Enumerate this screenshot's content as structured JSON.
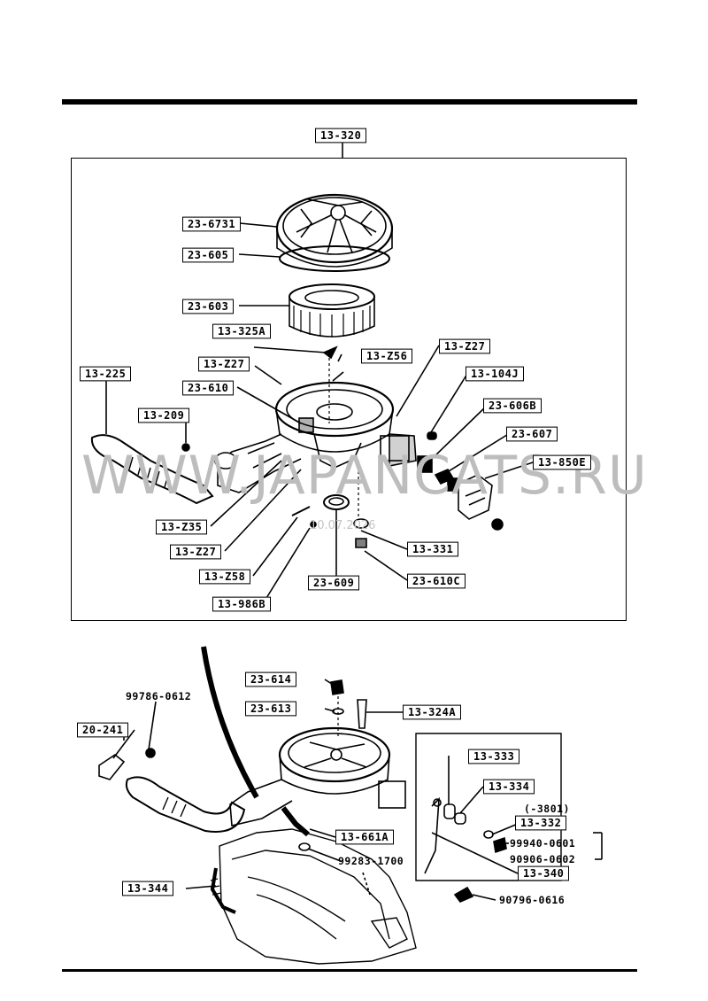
{
  "watermark": {
    "site": "WWW.JAPANCATS.RU",
    "code": "10.07.2026"
  },
  "labels": {
    "l13_320": "13-320",
    "l23_6731": "23-6731",
    "l23_605": "23-605",
    "l23_603": "23-603",
    "l13_325a": "13-325A",
    "l13_z56": "13-Z56",
    "l13_z27a": "13-Z27",
    "l13_z27b": "13-Z27",
    "l13_104j": "13-104J",
    "l13_225": "13-225",
    "l23_610": "23-610",
    "l23_606b": "23-606B",
    "l13_209": "13-209",
    "l23_607": "23-607",
    "l13_850e": "13-850E",
    "l13_z35": "13-Z35",
    "l13_z27c": "13-Z27",
    "l13_331": "13-331",
    "l13_z58": "13-Z58",
    "l23_609": "23-609",
    "l23_610c": "23-610C",
    "l13_986b": "13-986B",
    "l23_614": "23-614",
    "l23_613": "23-613",
    "l13_324a": "13-324A",
    "l20_241": "20-241",
    "l13_333": "13-333",
    "l13_334": "13-334",
    "l13_332": "13-332",
    "l13_661a": "13-661A",
    "l13_340": "13-340",
    "l13_344": "13-344"
  },
  "plain": {
    "p99786": "99786-0612",
    "p3801": "(-3801)",
    "p99940": "99940-0601",
    "p90906": "90906-0602",
    "p99283": "99283-1700",
    "p90796": "90796-0616"
  }
}
